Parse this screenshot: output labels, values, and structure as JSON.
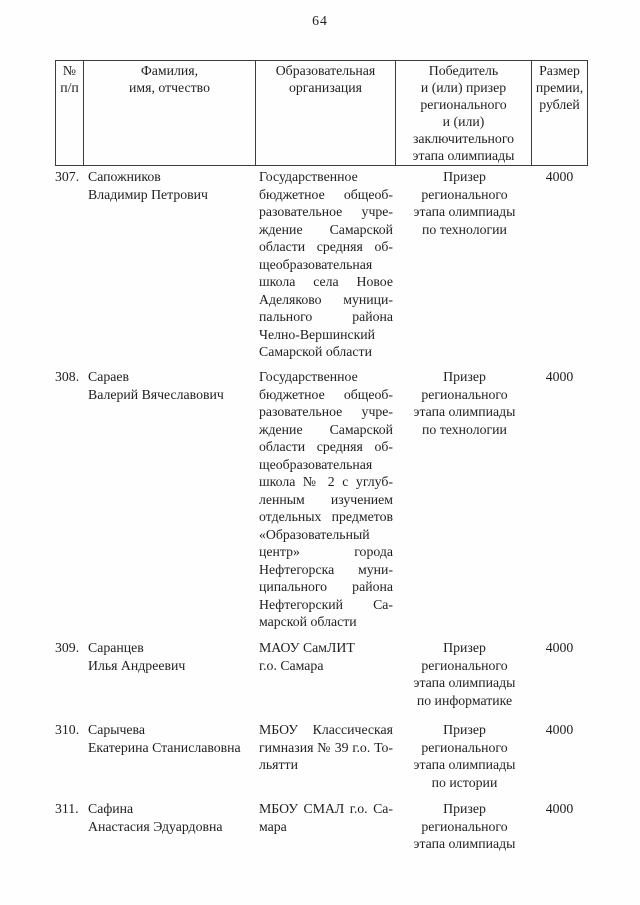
{
  "page": {
    "number": "64"
  },
  "table": {
    "header": {
      "num": "№\nп/п",
      "name": "Фамилия,\nимя, отчество",
      "org": "Образовательная\nорганизация",
      "award": "Победитель\nи (или) призер\nрегионального\nи (или)\nзаключительного\nэтапа олимпиады",
      "amount": "Размер\nпремии,\nрублей"
    },
    "rows": [
      {
        "num": "307.",
        "name_lines": [
          "Сапожников",
          "Владимир Петрович"
        ],
        "org_lines": [
          "Государственное",
          "бюджетное общеоб-",
          "разовательное учре-",
          "ждение Самарской",
          "области средняя об-",
          "щеобразовательная",
          "школа села Новое",
          "Аделяково муници-",
          "пального района",
          "Челно-Вершинский",
          "Самарской области"
        ],
        "org_justify": true,
        "award_lines": [
          "Призер",
          "регионального",
          "этапа олимпиады",
          "по технологии"
        ],
        "amount": "4000"
      },
      {
        "num": "308.",
        "name_lines": [
          "Сараев",
          "Валерий Вячеславович"
        ],
        "org_lines": [
          "Государственное",
          "бюджетное общеоб-",
          "разовательное учре-",
          "ждение Самарской",
          "области средняя об-",
          "щеобразовательная",
          "школа № 2 с углуб-",
          "ленным изучением",
          "отдельных предметов",
          "«Образовательный",
          "центр» города",
          "Нефтегорска муни-",
          "ципального района",
          "Нефтегорский Са-",
          "марской области"
        ],
        "org_justify": true,
        "award_lines": [
          "Призер",
          "регионального",
          "этапа олимпиады",
          "по технологии"
        ],
        "amount": "4000"
      },
      {
        "num": "309.",
        "name_lines": [
          "Саранцев",
          "Илья Андреевич"
        ],
        "org_lines": [
          "МАОУ СамЛИТ",
          "г.о. Самара"
        ],
        "org_justify": false,
        "award_lines": [
          "Призер",
          "регионального",
          "этапа олимпиады",
          "по информатике"
        ],
        "amount": "4000"
      },
      {
        "num": "310.",
        "name_lines": [
          "Сарычева",
          "Екатерина Станиславовна"
        ],
        "org_lines": [
          "МБОУ Классическая",
          "гимназия № 39 г.о. То-",
          "льятти"
        ],
        "org_justify": true,
        "award_lines": [
          "Призер",
          "регионального",
          "этапа олимпиады",
          "по истории"
        ],
        "amount": "4000"
      },
      {
        "num": "311.",
        "name_lines": [
          "Сафина",
          "Анастасия Эдуардовна"
        ],
        "org_lines": [
          "МБОУ СМАЛ г.о. Са-",
          "мара"
        ],
        "org_justify": true,
        "award_lines": [
          "Призер",
          "регионального",
          "этапа олимпиады"
        ],
        "amount": "4000"
      }
    ]
  }
}
